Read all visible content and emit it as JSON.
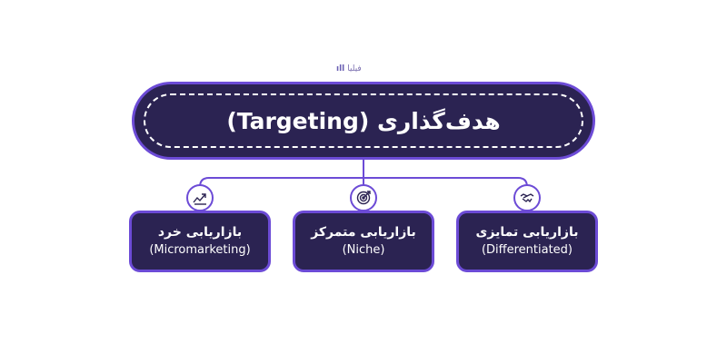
{
  "watermark": {
    "text": "فیلیا"
  },
  "main": {
    "title": "هدف‌گذاری (Targeting)"
  },
  "children": [
    {
      "title_fa": "بازاریابی خرد",
      "title_en": "(Micromarketing)",
      "icon": "growth-icon"
    },
    {
      "title_fa": "بازاریابی متمرکز",
      "title_en": "(Niche)",
      "icon": "target-icon"
    },
    {
      "title_fa": "بازاریابی تمایزی",
      "title_en": "(Differentiated)",
      "icon": "handshake-icon"
    }
  ],
  "colors": {
    "box_fill": "#2b2352",
    "accent": "#6c4bd6",
    "connector": "#6c4bd6",
    "text": "#ffffff"
  }
}
